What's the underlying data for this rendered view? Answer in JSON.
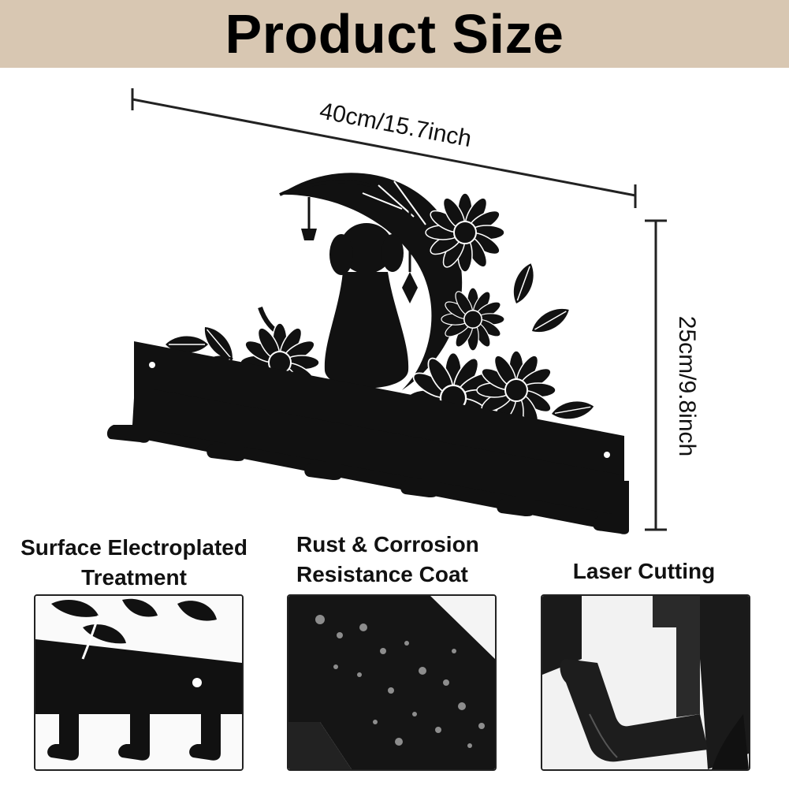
{
  "header": {
    "title": "Product Size"
  },
  "dimensions": {
    "width_label": "40cm/15.7inch",
    "height_label": "25cm/9.8inch"
  },
  "product": {
    "name": "dog-moon-flower-key-rack",
    "hook_count": 6,
    "color": "#111111"
  },
  "features": [
    {
      "label_line1": "Surface Electroplated",
      "label_line2": "Treatment"
    },
    {
      "label_line1": "Rust & Corrosion",
      "label_line2": "Resistance Coat"
    },
    {
      "label_line1": "Laser Cutting",
      "label_line2": ""
    }
  ],
  "colors": {
    "banner": "#d8c7b2",
    "metal": "#111111",
    "text": "#111111"
  }
}
